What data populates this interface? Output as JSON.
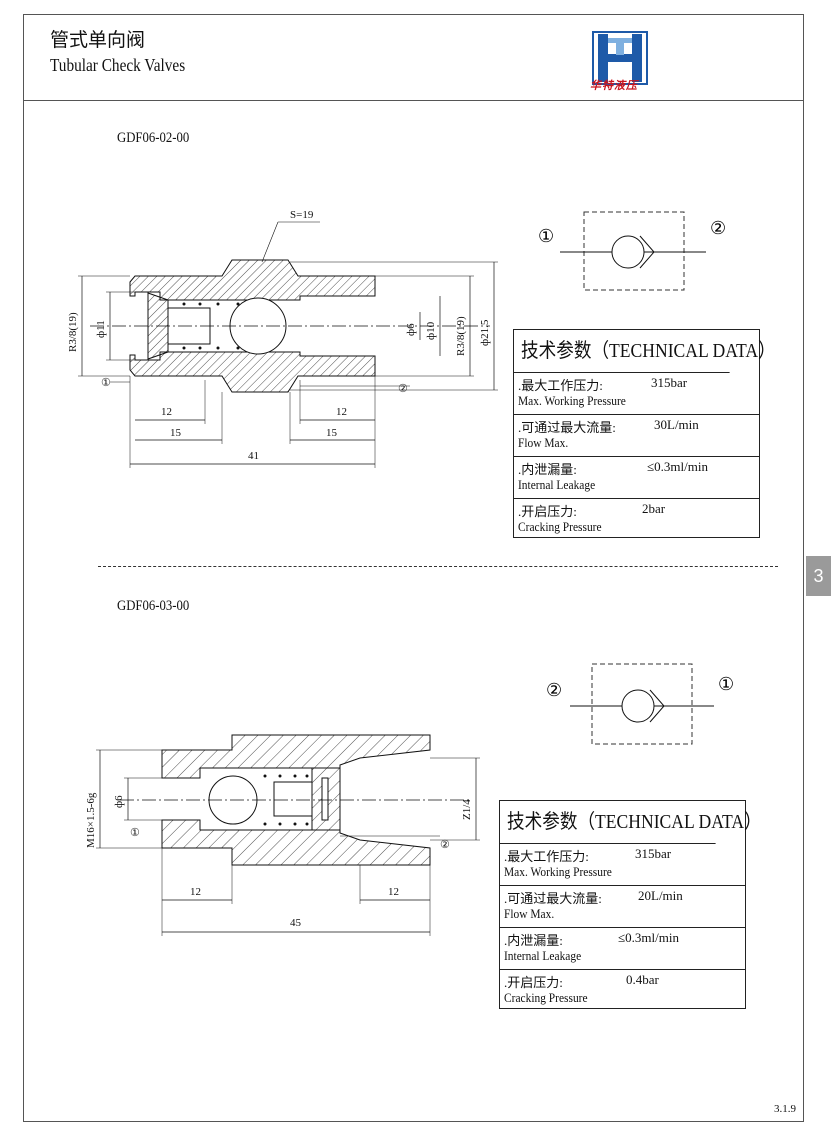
{
  "header": {
    "title_cn": "管式单向阀",
    "title_en": "Tubular Check Valves",
    "logo_text": "华特液压",
    "accent_color": "#1e5aa8",
    "logo_red": "#c8141e"
  },
  "section1": {
    "model": "GDF06-02-00",
    "dims": {
      "s": "S=19",
      "r_left": "R3/8(19)",
      "phi11": "ф11",
      "phi6": "ф6",
      "phi10": "ф10",
      "r_right": "R3/8(19)",
      "phi21_5": "ф21.5",
      "d12a": "12",
      "d15a": "15",
      "d12b": "12",
      "d15b": "15",
      "d41": "41",
      "port1": "①",
      "port2": "②"
    },
    "symbol": {
      "left": "①",
      "right": "②"
    },
    "tech": {
      "title": "技术参数（TECHNICAL DATA）",
      "rows": [
        {
          "cn": ".最大工作压力:",
          "value": "315bar",
          "en": "Max. Working Pressure"
        },
        {
          "cn": ".可通过最大流量:",
          "value": "30L/min",
          "en": "Flow Max."
        },
        {
          "cn": ".内泄漏量:",
          "value": "≤0.3ml/min",
          "en": "Internal Leakage"
        },
        {
          "cn": ".开启压力:",
          "value": "2bar",
          "en": "Cracking Pressure"
        }
      ]
    }
  },
  "section2": {
    "model": "GDF06-03-00",
    "dims": {
      "m16": "M16×1.5-6g",
      "phi6": "ф6",
      "z14": "Z1/4",
      "d12a": "12",
      "d12b": "12",
      "d45": "45",
      "port1": "①",
      "port2": "②"
    },
    "symbol": {
      "left": "②",
      "right": "①"
    },
    "tech": {
      "title": "技术参数（TECHNICAL DATA）",
      "rows": [
        {
          "cn": ".最大工作压力:",
          "value": "315bar",
          "en": "Max. Working Pressure"
        },
        {
          "cn": ".可通过最大流量:",
          "value": "20L/min",
          "en": "Flow Max."
        },
        {
          "cn": ".内泄漏量:",
          "value": "≤0.3ml/min",
          "en": "Internal Leakage"
        },
        {
          "cn": ".开启压力:",
          "value": "0.4bar",
          "en": "Cracking Pressure"
        }
      ]
    }
  },
  "side_tab": "3",
  "page_number": "3.1.9"
}
